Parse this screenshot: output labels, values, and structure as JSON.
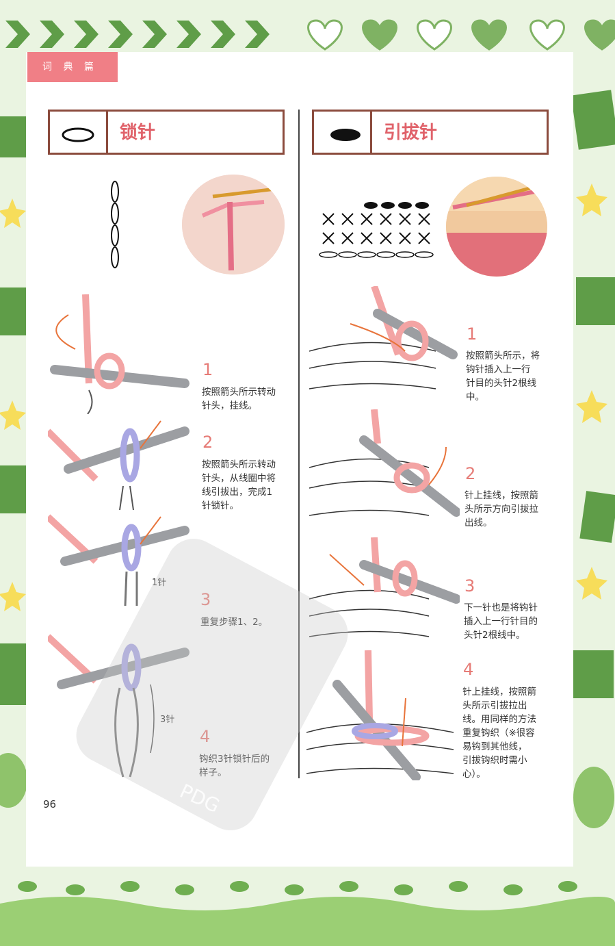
{
  "section_tag": "词 典 篇",
  "page_number": "96",
  "watermark": "PDG",
  "left": {
    "title": "锁针",
    "steps": [
      {
        "num": "1",
        "text": "按照箭头所示转动\n针头，挂线。"
      },
      {
        "num": "2",
        "text": "按照箭头所示转动\n针头，从线圈中将\n线引拔出，完成1\n针锁针。"
      },
      {
        "num": "3",
        "text": "重复步骤1、2。"
      },
      {
        "num": "4",
        "text": "钩织3针锁针后的\n样子。"
      }
    ],
    "labels": {
      "one_stitch": "1针",
      "three_stitch": "3针"
    }
  },
  "right": {
    "title": "引拔针",
    "steps": [
      {
        "num": "1",
        "text": "按照箭头所示，将\n钩针插入上一行\n针目的头针2根线\n中。"
      },
      {
        "num": "2",
        "text": "针上挂线，按照箭\n头所示方向引拔拉\n出线。"
      },
      {
        "num": "3",
        "text": "下一针也是将钩针\n插入上一行针目的\n头针2根线中。"
      },
      {
        "num": "4",
        "text": "针上挂线，按照箭\n头所示引拔拉出\n线。用同样的方法\n重复钩织（※很容\n易钩到其他线，\n引拔钩织时需小\n心）。"
      }
    ]
  },
  "colors": {
    "accent": "#e0626a",
    "frame_green": "#5c9a45",
    "pink_yarn": "#f3a4a4",
    "purple_yarn": "#a9a7e3",
    "hook": "#9c9ea2",
    "arrow": "#e8743b"
  }
}
